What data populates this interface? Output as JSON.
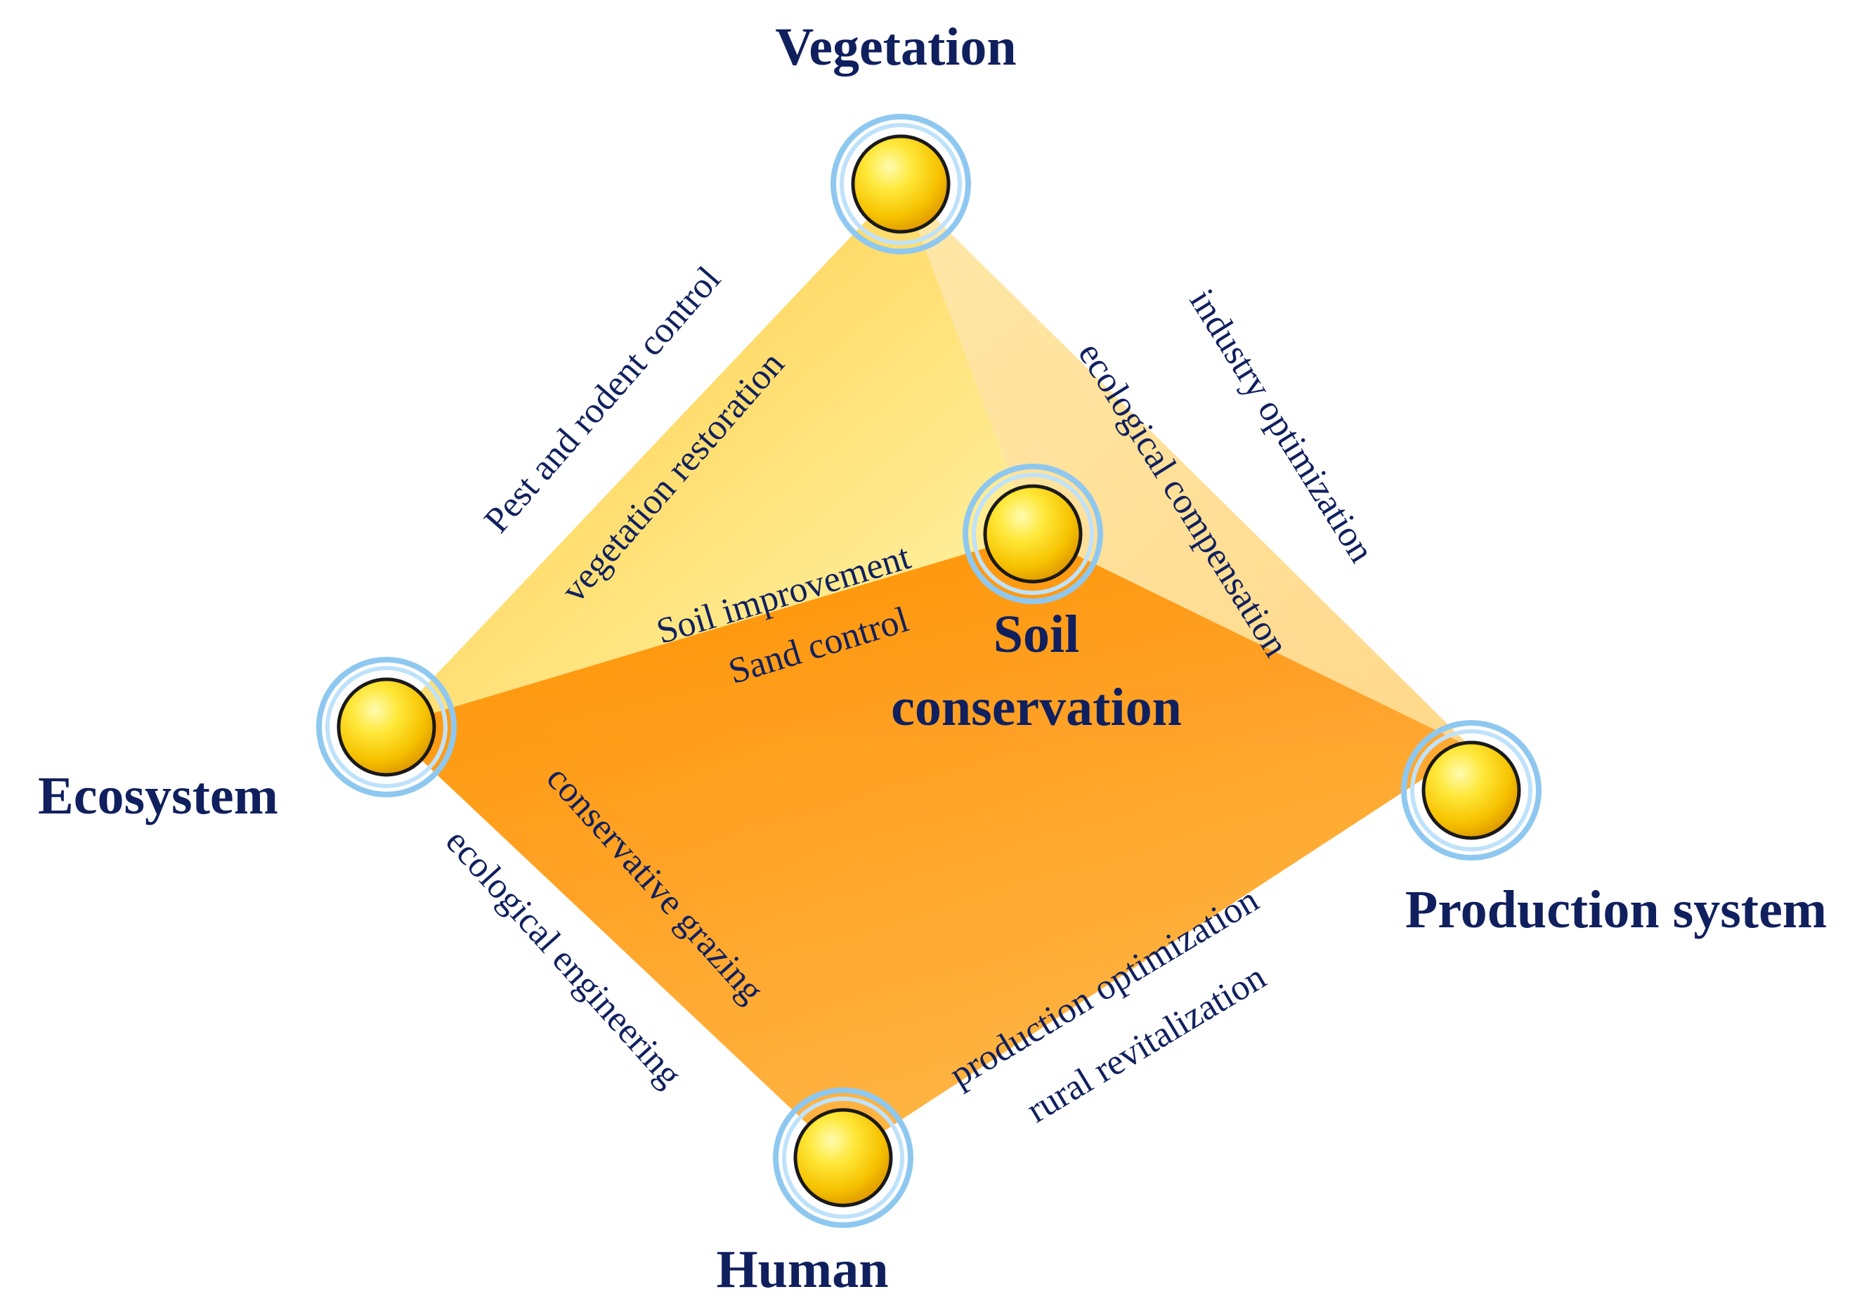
{
  "nodes": {
    "vegetation": {
      "title": "Vegetation"
    },
    "soil": {
      "title_line1": "Soil",
      "title_line2": "conservation"
    },
    "ecosystem": {
      "title": "Ecosystem"
    },
    "production": {
      "title": "Production system"
    },
    "human": {
      "title": "Human"
    }
  },
  "edge_labels": {
    "pest_rodent": "Pest and rodent control",
    "vegetation_restoration": "vegetation restoration",
    "soil_improvement": "Soil improvement",
    "sand_control": "Sand control",
    "industry_optimization": "industry optimization",
    "ecological_compensation": "ecological compensation",
    "conservative_grazing": "conservative grazing",
    "ecological_engineering": "ecological engineering",
    "production_optimization": "production optimization",
    "rural_revitalization": "rural revitalization"
  },
  "colors": {
    "title_text": "#10205e",
    "node_fill_light": "#fff27a",
    "node_fill_dark": "#f2b400",
    "node_ring": "#8ec8f0",
    "face_front": "#ff9a12",
    "face_left": "#ffd45a",
    "face_right": "#ffe7a6"
  }
}
